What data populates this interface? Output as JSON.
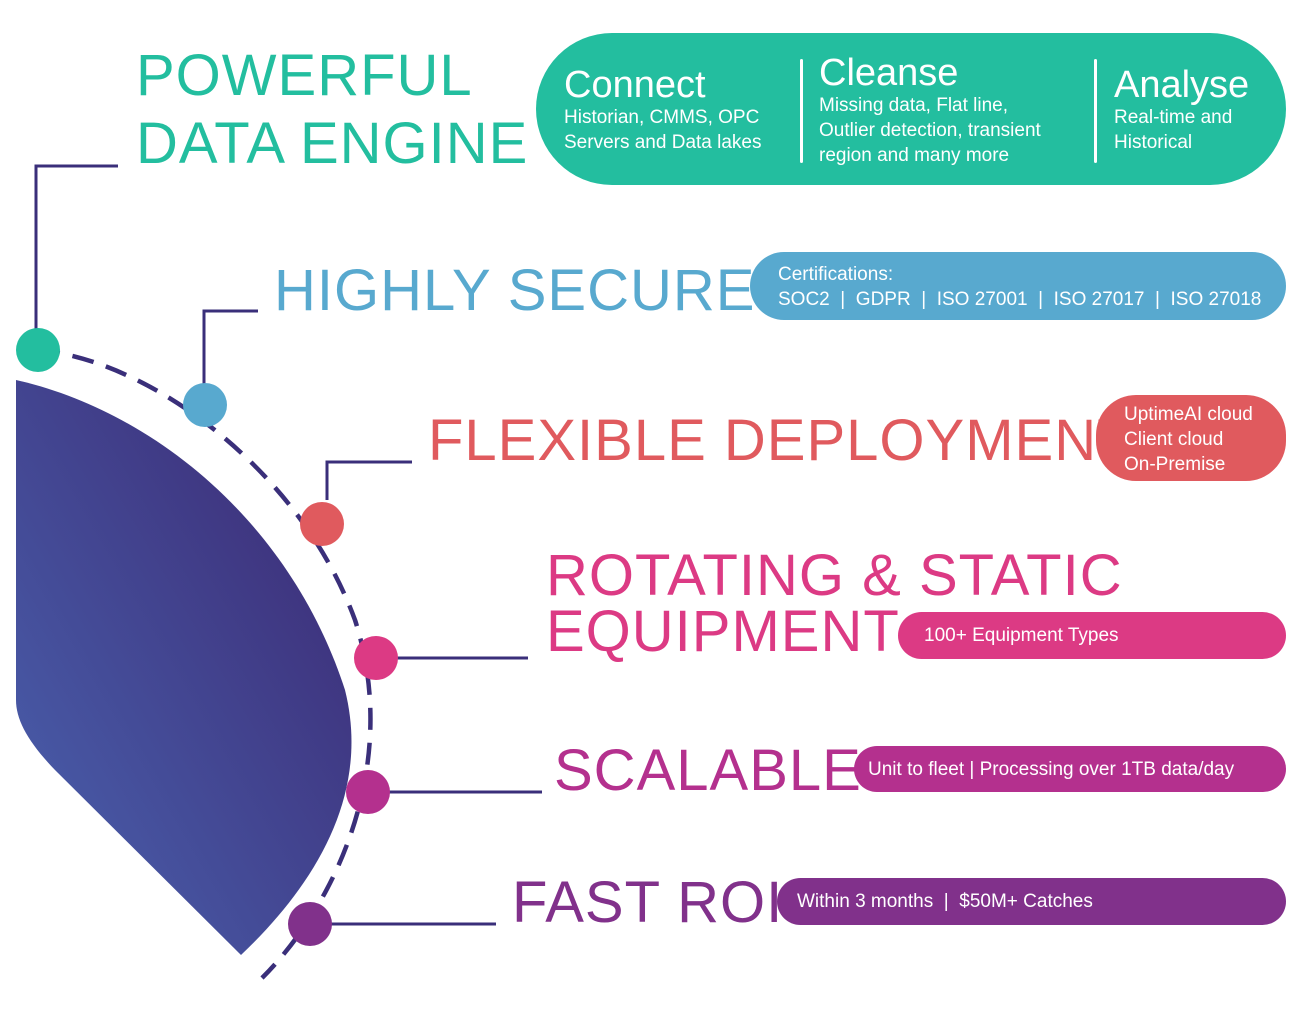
{
  "colors": {
    "navy": "#3a2f7a",
    "arc_gradient_start": "#4a63b0",
    "arc_gradient_end": "#3b2670",
    "teal": "#23be9f",
    "blue": "#58a9cf",
    "red": "#e05a5e",
    "pink": "#dc3a84",
    "magenta": "#b4308e",
    "purple": "#81318b"
  },
  "features": [
    {
      "heading": [
        "POWERFUL",
        "DATA ENGINE"
      ],
      "columns": [
        {
          "title": "Connect",
          "lines": [
            "Historian, CMMS, OPC",
            "Servers and Data lakes"
          ]
        },
        {
          "title": "Cleanse",
          "lines": [
            "Missing data, Flat line,",
            "Outlier detection, transient",
            "region and many more"
          ]
        },
        {
          "title": "Analyse",
          "lines": [
            "Real-time and",
            "Historical"
          ]
        }
      ]
    },
    {
      "heading": [
        "HIGHLY SECURE"
      ],
      "lines": [
        "Certifications:",
        "SOC2  |  GDPR  |  ISO 27001  |  ISO 27017  |  ISO 27018"
      ]
    },
    {
      "heading": [
        "FLEXIBLE DEPLOYMENT"
      ],
      "lines": [
        "UptimeAI cloud",
        "Client cloud",
        "On-Premise"
      ]
    },
    {
      "heading": [
        "ROTATING & STATIC",
        "EQUIPMENT"
      ],
      "lines": [
        "100+ Equipment Types"
      ]
    },
    {
      "heading": [
        "SCALABLE"
      ],
      "lines": [
        "Unit to fleet | Processing over 1TB data/day"
      ]
    },
    {
      "heading": [
        "FAST ROI"
      ],
      "lines": [
        "Within 3 months  |  $50M+ Catches"
      ]
    }
  ]
}
